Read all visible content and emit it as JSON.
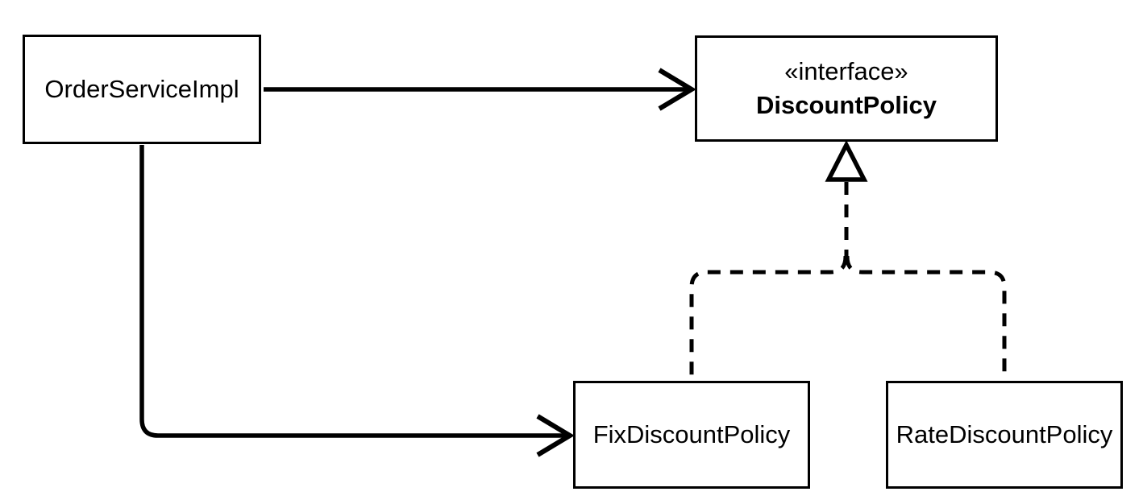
{
  "diagram": {
    "kind": "uml-class-diagram",
    "background_color": "#ffffff",
    "stroke_color": "#000000",
    "nodes": {
      "order_service_impl": {
        "label": "OrderServiceImpl"
      },
      "discount_policy": {
        "stereotype": "«interface»",
        "label": "DiscountPolicy"
      },
      "fix_discount_policy": {
        "label": "FixDiscountPolicy"
      },
      "rate_discount_policy": {
        "label": "RateDiscountPolicy"
      }
    },
    "edges": [
      {
        "from": "OrderServiceImpl",
        "to": "DiscountPolicy",
        "type": "directed association",
        "line": "solid",
        "arrowhead": "open"
      },
      {
        "from": "OrderServiceImpl",
        "to": "FixDiscountPolicy",
        "type": "directed association",
        "line": "solid",
        "arrowhead": "open"
      },
      {
        "from": "FixDiscountPolicy",
        "to": "DiscountPolicy",
        "type": "realization",
        "line": "dashed",
        "arrowhead": "hollow-triangle"
      },
      {
        "from": "RateDiscountPolicy",
        "to": "DiscountPolicy",
        "type": "realization",
        "line": "dashed",
        "arrowhead": "hollow-triangle"
      }
    ]
  }
}
